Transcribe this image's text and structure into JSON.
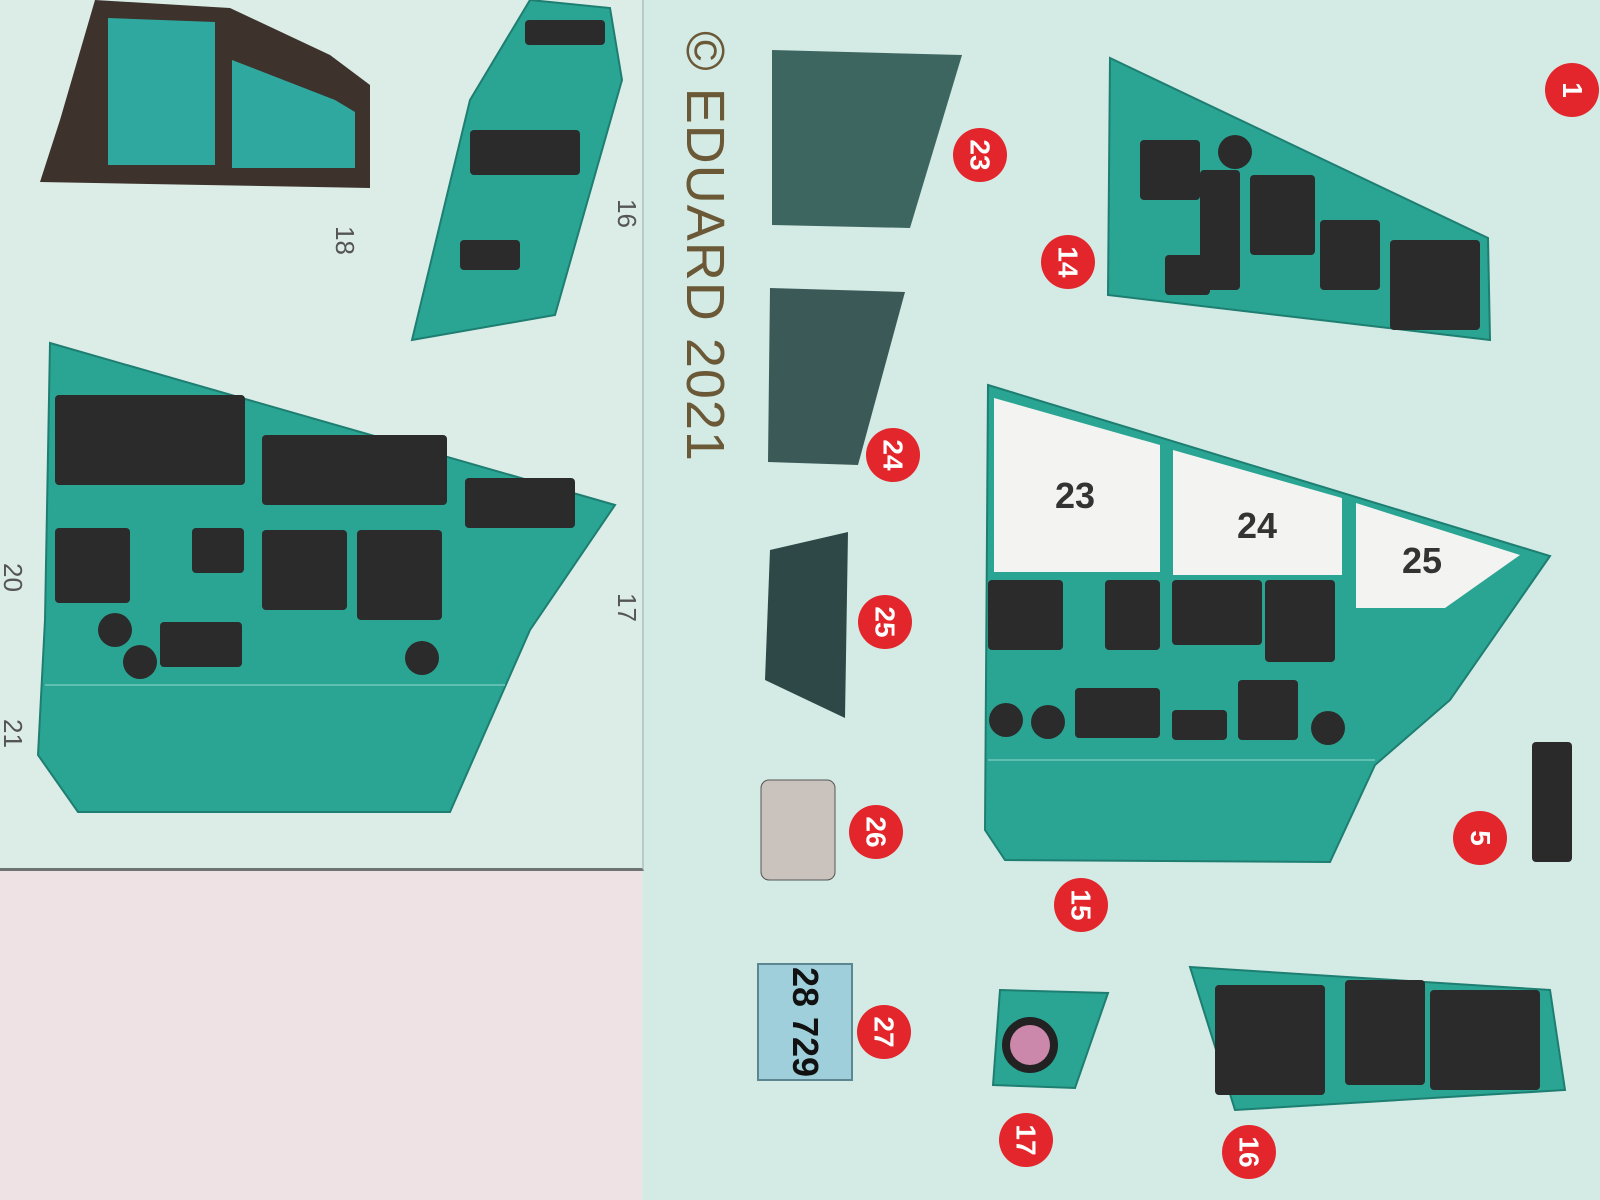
{
  "sheet": {
    "copyright": "© EDUARD 2021",
    "left_labels": [
      "18",
      "16",
      "20",
      "17",
      "21"
    ],
    "panel_boxes": [
      "23",
      "24",
      "25"
    ],
    "registration": "28 729"
  },
  "badges": {
    "b23": "23",
    "b14": "14",
    "b24": "24",
    "b25": "25",
    "b26": "26",
    "b15": "15",
    "b27": "27",
    "b5": "5",
    "b17": "17",
    "b16": "16",
    "b1": "1"
  },
  "colors": {
    "teal": "#2aa593",
    "badge": "#e3262b",
    "frame": "#3d332c"
  }
}
